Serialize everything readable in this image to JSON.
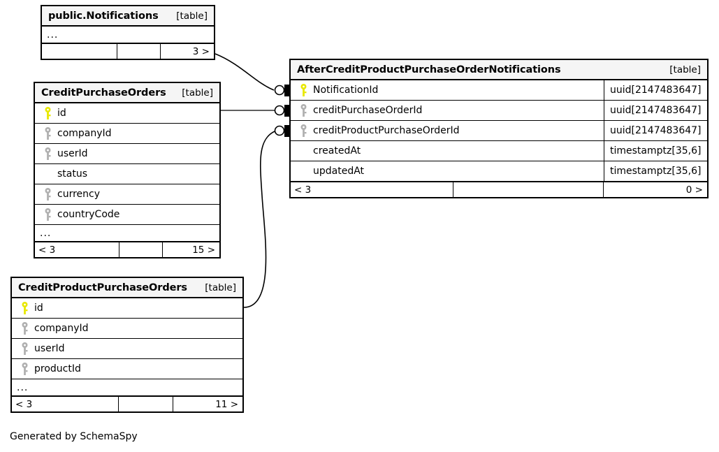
{
  "diagram": {
    "generator_note": "Generated by SchemaSpy",
    "table_kind_label": "[table]",
    "ellipsis": "...",
    "key_colors": {
      "primary": "#e8e800",
      "foreign": "#b0b0b0"
    }
  },
  "tables": [
    {
      "id": "notifications",
      "title": "public.Notifications",
      "kind": "[table]",
      "has_ellipsis_row": true,
      "columns": [],
      "footer": {
        "left": "",
        "mid": "",
        "right": "3 >"
      }
    },
    {
      "id": "credit_purchase_orders",
      "title": "CreditPurchaseOrders",
      "kind": "[table]",
      "has_ellipsis_row": true,
      "columns": [
        {
          "name": "id",
          "key": "primary",
          "type": ""
        },
        {
          "name": "companyId",
          "key": "foreign",
          "type": ""
        },
        {
          "name": "userId",
          "key": "foreign",
          "type": ""
        },
        {
          "name": "status",
          "key": "none",
          "type": ""
        },
        {
          "name": "currency",
          "key": "foreign",
          "type": ""
        },
        {
          "name": "countryCode",
          "key": "foreign",
          "type": ""
        }
      ],
      "footer": {
        "left": "< 3",
        "mid": "",
        "right": "15 >"
      }
    },
    {
      "id": "credit_product_purchase_orders",
      "title": "CreditProductPurchaseOrders",
      "kind": "[table]",
      "has_ellipsis_row": true,
      "columns": [
        {
          "name": "id",
          "key": "primary",
          "type": ""
        },
        {
          "name": "companyId",
          "key": "foreign",
          "type": ""
        },
        {
          "name": "userId",
          "key": "foreign",
          "type": ""
        },
        {
          "name": "productId",
          "key": "foreign",
          "type": ""
        }
      ],
      "footer": {
        "left": "< 3",
        "mid": "",
        "right": "11 >"
      }
    },
    {
      "id": "after_credit_product_purchase_order_notifications",
      "title": "AfterCreditProductPurchaseOrderNotifications",
      "kind": "[table]",
      "has_ellipsis_row": false,
      "columns": [
        {
          "name": "NotificationId",
          "key": "primary",
          "type": "uuid[2147483647]"
        },
        {
          "name": "creditPurchaseOrderId",
          "key": "foreign",
          "type": "uuid[2147483647]"
        },
        {
          "name": "creditProductPurchaseOrderId",
          "key": "foreign",
          "type": "uuid[2147483647]"
        },
        {
          "name": "createdAt",
          "key": "none",
          "type": "timestamptz[35,6]"
        },
        {
          "name": "updatedAt",
          "key": "none",
          "type": "timestamptz[35,6]"
        }
      ],
      "footer": {
        "left": "< 3",
        "mid": "",
        "right": "0 >"
      }
    }
  ]
}
